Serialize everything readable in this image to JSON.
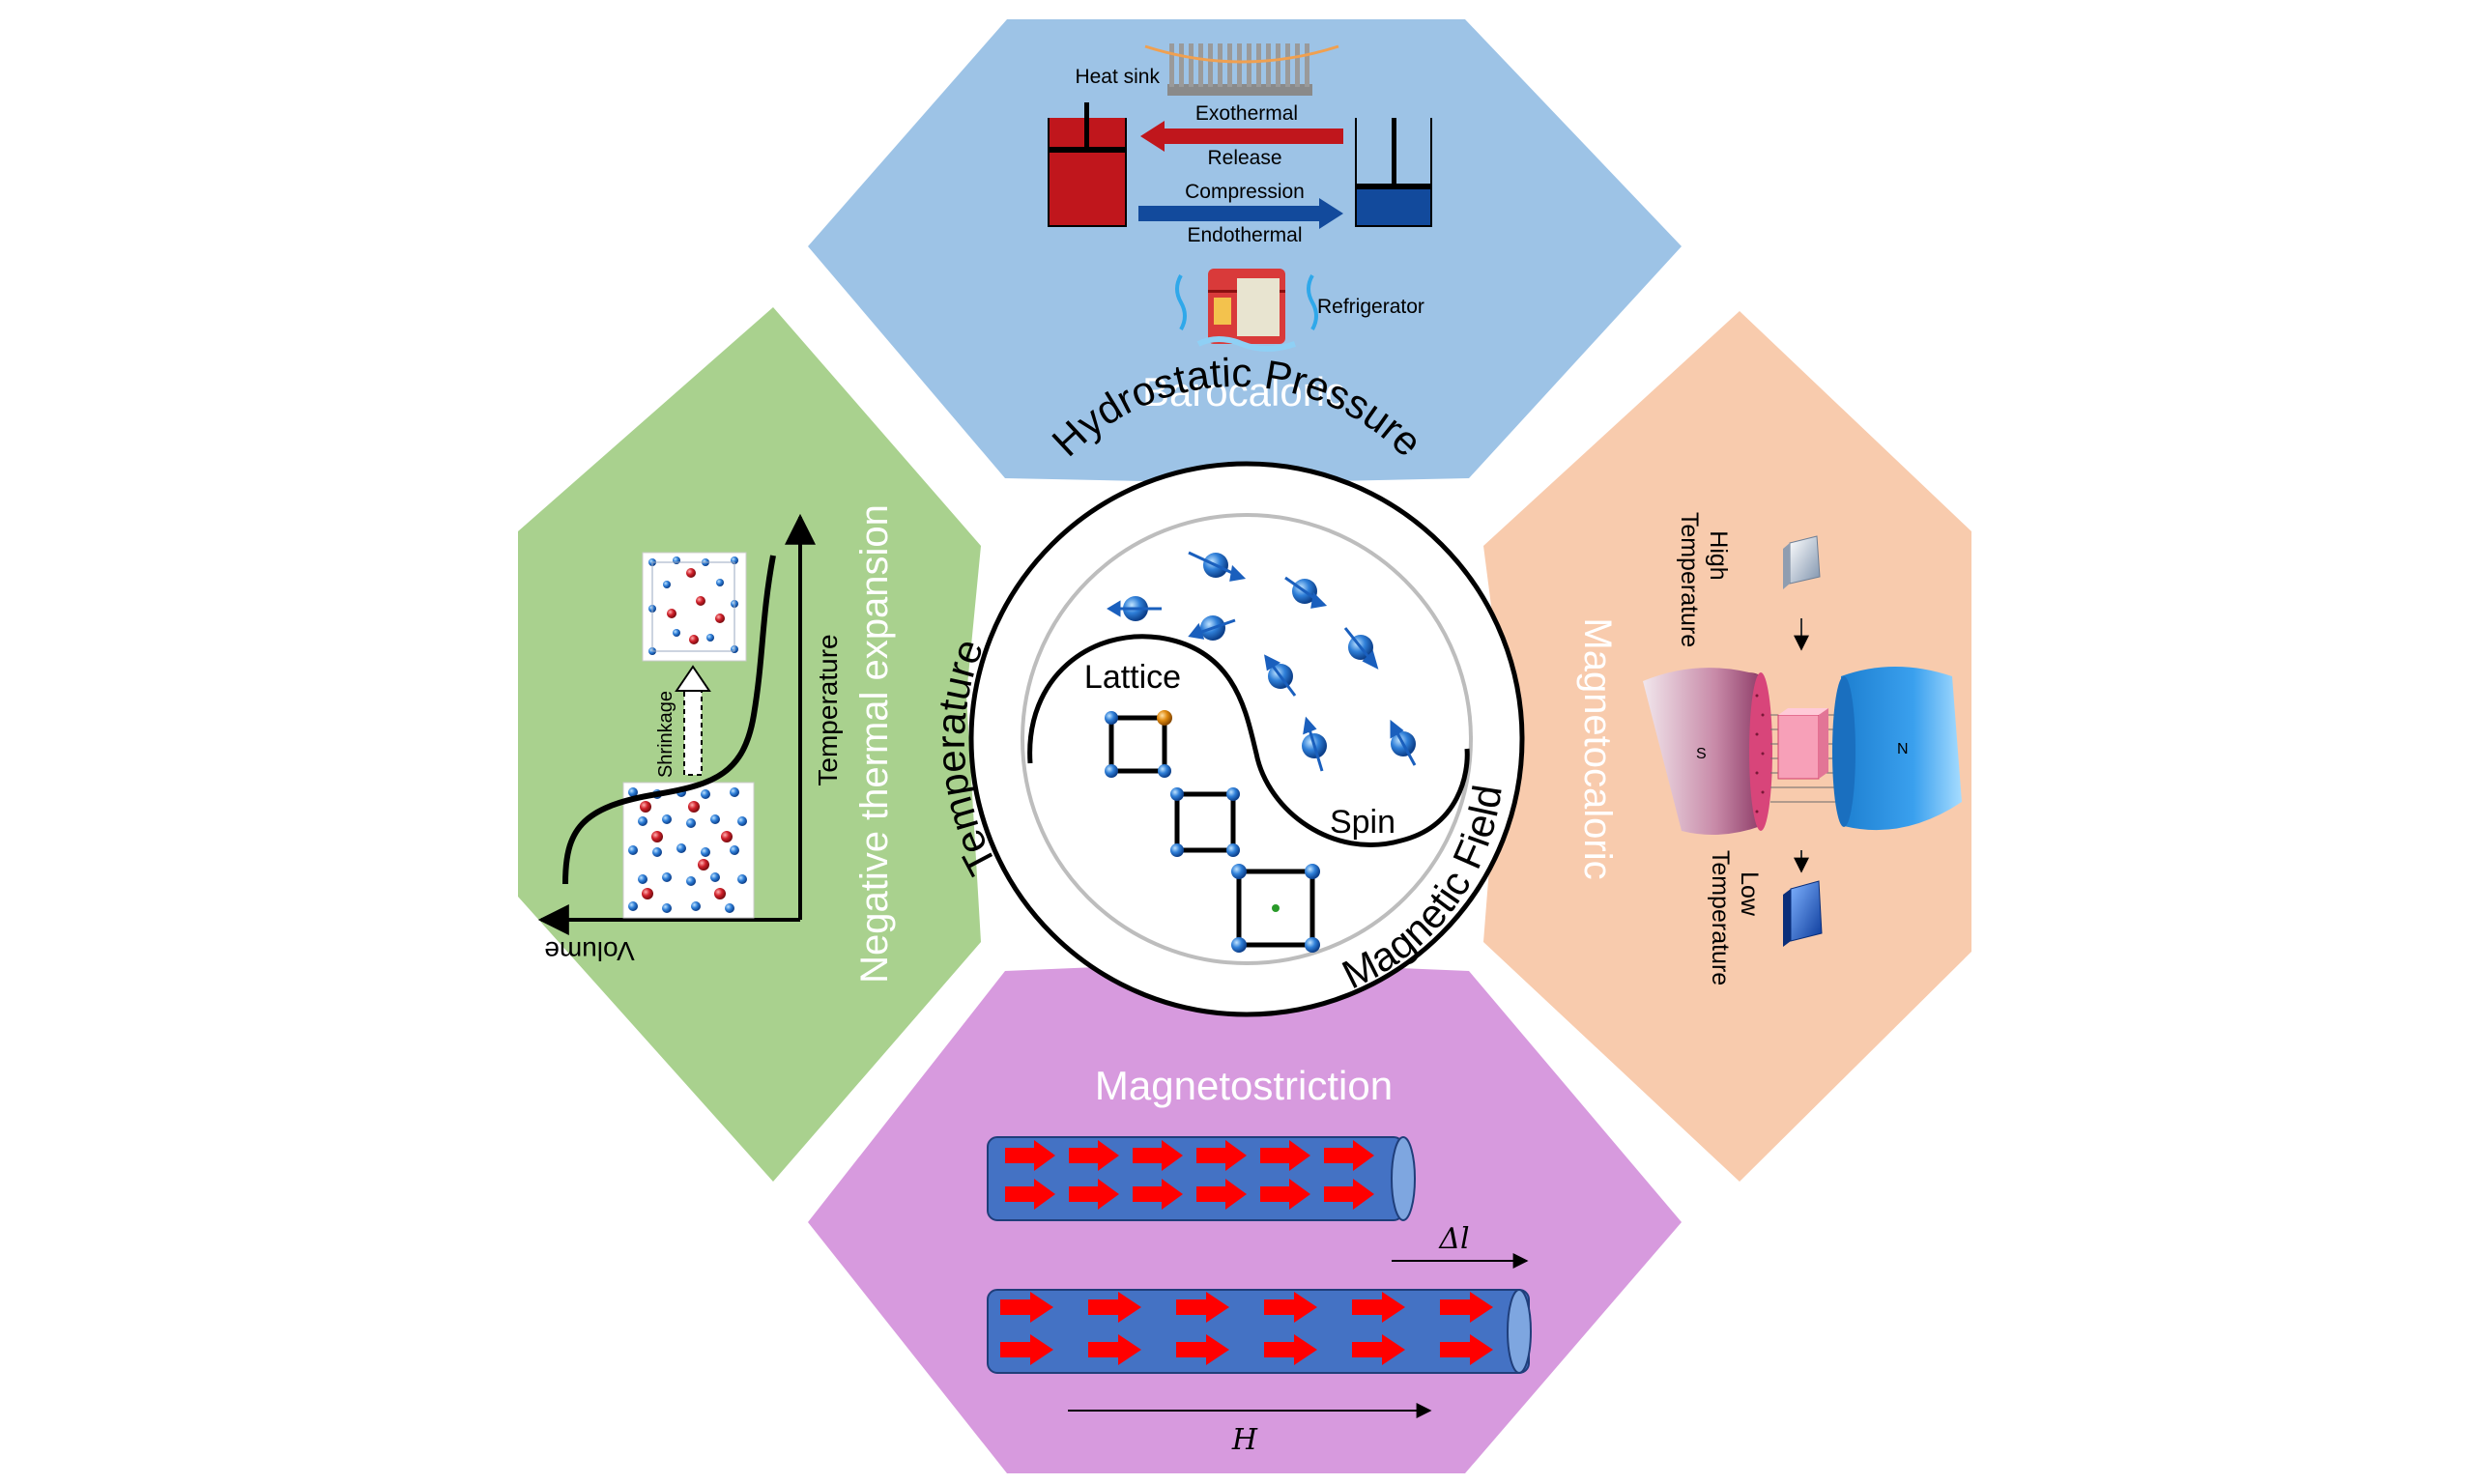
{
  "center": {
    "arc_top": "Hydrostatic Pressure",
    "arc_left": "Temperature",
    "arc_right": "Magnetic Field",
    "lattice": "Lattice",
    "spin": "Spin"
  },
  "barocaloric": {
    "title": "Barocaloric",
    "heat_sink": "Heat sink",
    "exothermal": "Exothermal",
    "release": "Release",
    "compression": "Compression",
    "endothermal": "Endothermal",
    "refrigerator": "Refrigerator"
  },
  "nte": {
    "title": "Negative thermal expansion",
    "temperature_axis": "Temperature",
    "volume_axis": "Volume",
    "shrinkage": "Shrinkage"
  },
  "magnetocaloric": {
    "title": "Magnetocaloric",
    "high_temperature": [
      "High",
      "Temperature"
    ],
    "low_temperature": [
      "Low",
      "Temperature"
    ],
    "pole_s": "S",
    "pole_n": "N"
  },
  "magnetostriction": {
    "title": "Magnetostriction",
    "delta_l": "Δl",
    "field_h": "H"
  },
  "colors": {
    "barocaloric_bg": "#9dc3e6",
    "nte_bg": "#a9d18e",
    "magnetocaloric_bg": "#f8cbad",
    "magnetostriction_bg": "#d79ade",
    "hot_red": "#c0161c",
    "cold_blue": "#124a9c",
    "arrow_red": "#ff0000",
    "rod_blue": "#4472c4",
    "atom_blue": "#2f7fd8",
    "atom_red": "#d0202a"
  }
}
